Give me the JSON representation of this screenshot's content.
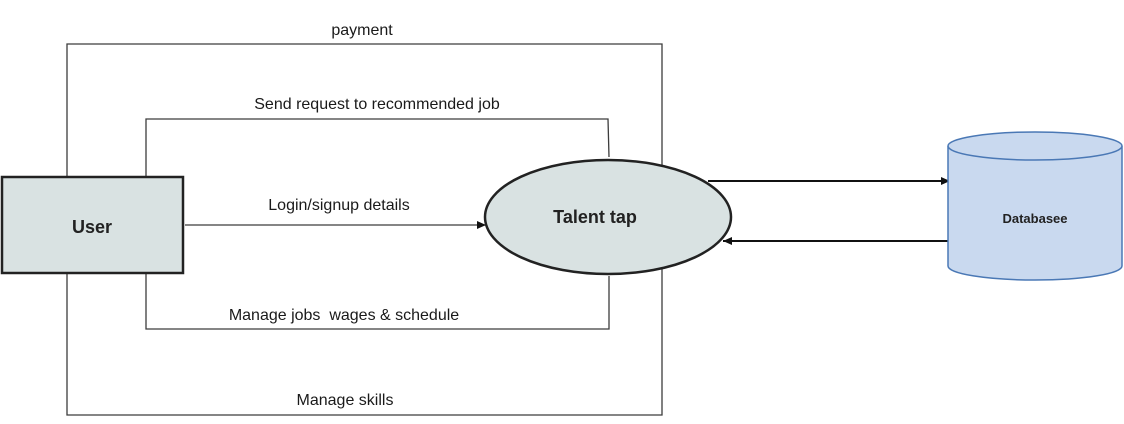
{
  "nodes": {
    "user": {
      "label": "User",
      "fill": "#d9e2e2"
    },
    "talent_tap": {
      "label": "Talent tap",
      "fill": "#d9e2e2"
    },
    "database": {
      "label": "Databasee",
      "fill": "#c9d9ef"
    }
  },
  "flows": {
    "payment": "payment",
    "send_request": "Send request to recommended job",
    "login_signup": "Login/signup details",
    "manage_jobs": "Manage jobs  wages & schedule",
    "manage_skills": "Manage skills"
  },
  "colors": {
    "line": "#3c3c3c",
    "database_stroke": "#4a78b5"
  }
}
